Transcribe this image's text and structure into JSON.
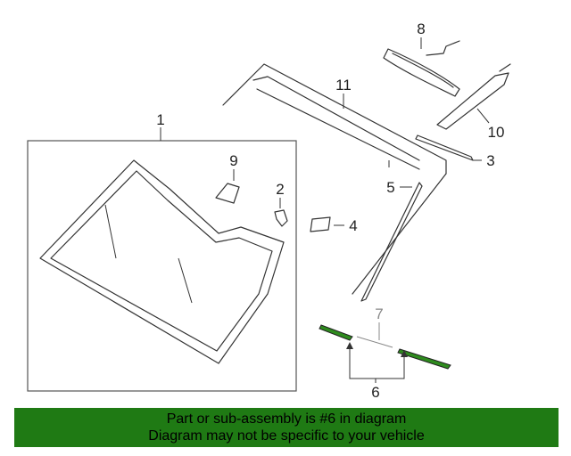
{
  "callouts": {
    "c1": "1",
    "c2": "2",
    "c3": "3",
    "c4": "4",
    "c5": "5",
    "c6": "6",
    "c7": "7",
    "c8": "8",
    "c9": "9",
    "c10": "10",
    "c11": "11"
  },
  "banner": {
    "line1": "Part or sub-assembly is #6 in diagram",
    "line2": "Diagram may not be specific to your vehicle"
  },
  "colors": {
    "banner_bg": "#1f7a14",
    "highlight_green": "#2e8b1e"
  }
}
